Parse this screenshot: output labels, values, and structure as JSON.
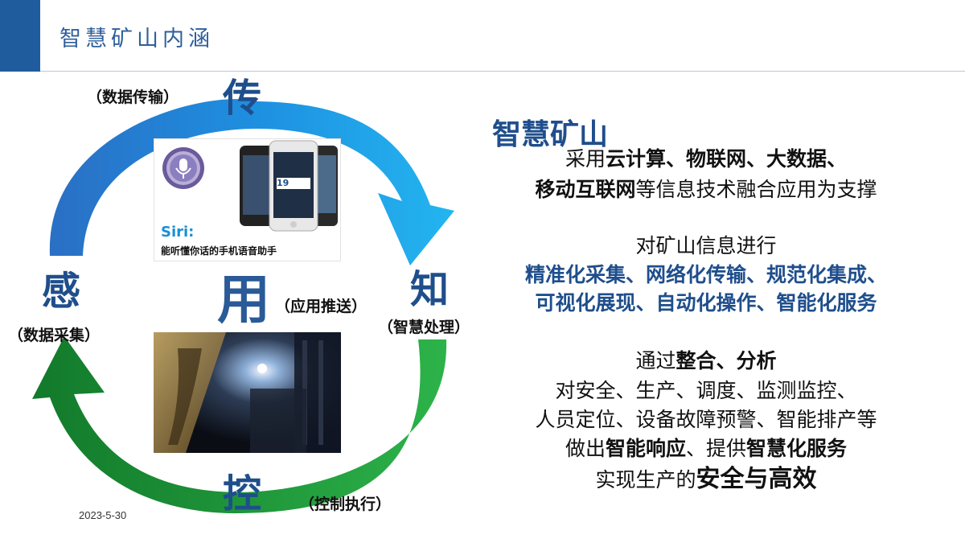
{
  "header": {
    "title": "智慧矿山内涵"
  },
  "cycle": {
    "chuan": "传",
    "chuan_note": "（数据传输）",
    "zhi": "知",
    "zhi_note": "（智慧处理）",
    "kong": "控",
    "kong_note": "（控制执行）",
    "gan": "感",
    "gan_note": "（数据采集）",
    "yong": "用",
    "yong_note": "（应用推送）"
  },
  "siri_card": {
    "label": "Siri:",
    "caption": "能听懂你话的手机语音助手",
    "phone_time": "19"
  },
  "footer": {
    "date": "2023-5-30"
  },
  "content": {
    "heading": "智慧矿山",
    "p1_l1_pre": "采用",
    "p1_l1_bold": "云计算、物联网、大数据、",
    "p1_l2_bold": "移动互联网",
    "p1_l2_post": "等信息技术融合应用为支撑",
    "p2_l1": "对矿山信息进行",
    "p2_l2": "精准化采集、网络化传输、规范化集成、",
    "p2_l3": "可视化展现、自动化操作、智能化服务",
    "p3_l1_pre": "通过",
    "p3_l1_bold": "整合、分析",
    "p3_l2": "对安全、生产、调度、监测监控、",
    "p3_l3": "人员定位、设备故障预警、智能排产等",
    "p3_l4_pre": "做出",
    "p3_l4_bold1": "智能响应",
    "p3_l4_mid": "、提供",
    "p3_l4_bold2": "智慧化服务",
    "p3_l5_pre": "实现生产的",
    "p3_l5_bold": "安全与高效"
  },
  "colors": {
    "brand_blue": "#1f4e8c",
    "arrow_top": "#1aa0e6",
    "arrow_bottom": "#1e9a3a"
  }
}
